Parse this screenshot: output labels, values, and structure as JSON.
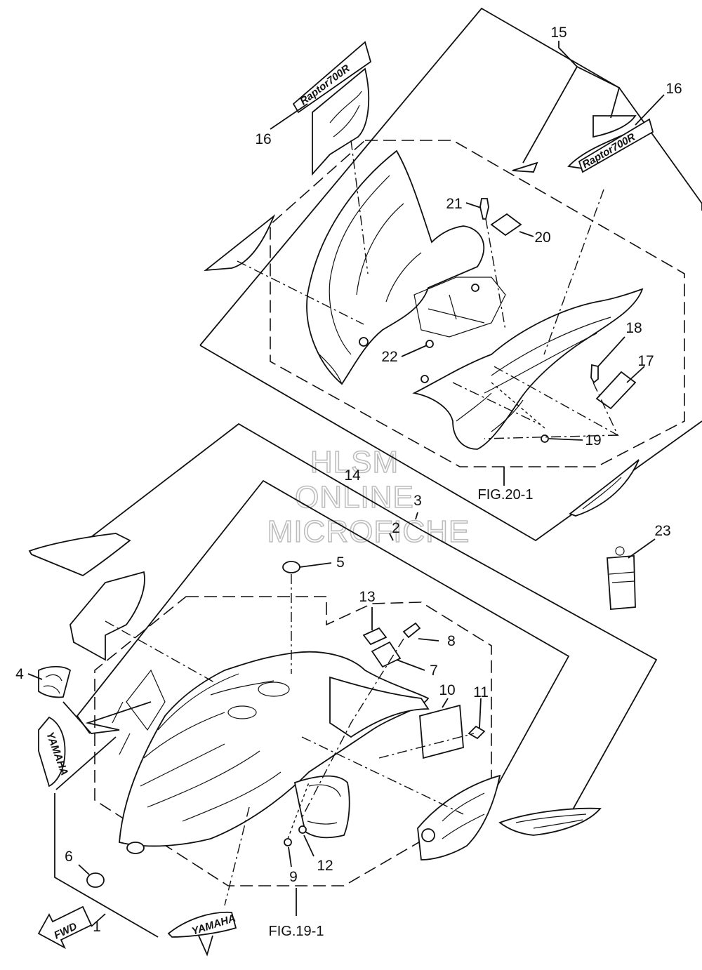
{
  "watermark": {
    "line1": "HLSM",
    "line2": "ONLINE",
    "line3": "MICROFICHE"
  },
  "figure_refs": {
    "upper": "FIG.20-1",
    "lower": "FIG.19-1"
  },
  "callouts": {
    "c1": "1",
    "c2": "2",
    "c3": "3",
    "c4": "4",
    "c5": "5",
    "c6": "6",
    "c7": "7",
    "c8": "8",
    "c9": "9",
    "c10": "10",
    "c11": "11",
    "c12": "12",
    "c13": "13",
    "c14": "14",
    "c15": "15",
    "c16a": "16",
    "c16b": "16",
    "c17": "17",
    "c18": "18",
    "c19": "19",
    "c20": "20",
    "c21": "21",
    "c22": "22",
    "c23": "23"
  },
  "decals": {
    "fwd_arrow": "FWD",
    "raptor_left": "Raptor700R",
    "raptor_right": "Raptor700R",
    "yamaha_side": "YAMAHA",
    "yamaha_front": "YAMAHA"
  }
}
